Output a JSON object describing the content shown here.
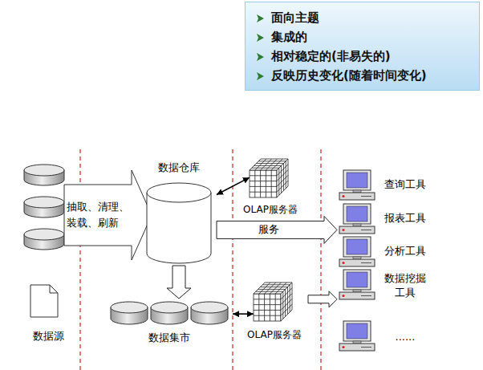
{
  "diagram": {
    "nodes": [
      {
        "text": [
          "面向主题",
          "集成的",
          "相对稳定的(非易失的)",
          "反映历史变化(随着时间变化)"
        ]
      },
      {
        "text": [
          "数据源"
        ]
      },
      {
        "text": [
          "抽取、清理、装载、刷新"
        ]
      },
      {
        "text": [
          "数据仓库"
        ]
      },
      {
        "text": [
          "OLAP服务器"
        ]
      },
      {
        "text": [
          "查询工具"
        ]
      },
      {
        "text": [
          "报表工具"
        ]
      },
      {
        "text": [
          "分析工具"
        ]
      },
      {
        "text": [
          "数据挖掘 工具"
        ]
      },
      {
        "text": [
          "数据集市"
        ]
      },
      {
        "text": [
          "OLAP服务器"
        ]
      },
      {
        "text": [
          "......"
        ]
      }
    ],
    "edges": [
      {
        "from": 3,
        "to": 4,
        "arrow": "both"
      },
      {
        "from": 3,
        "to": 9,
        "arrow": "to"
      },
      {
        "from": 9,
        "to": 10,
        "arrow": "both"
      },
      {
        "from": 10,
        "to": 8,
        "arrow": "to"
      },
      {
        "from": 3,
        "to": 6,
        "label": "服务",
        "arrow": "to"
      }
    ]
  }
}
